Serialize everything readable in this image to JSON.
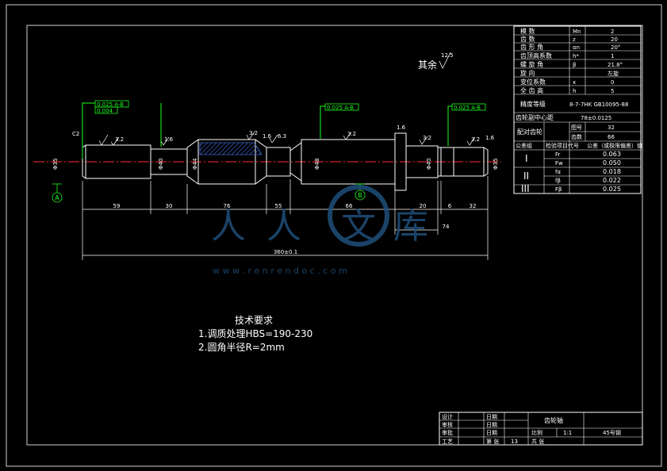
{
  "roughness_note": {
    "label": "其余",
    "value": "12.5"
  },
  "tech_requirements": {
    "title": "技术要求",
    "items": [
      "1.调质处理HBS=190-230",
      "2.圆角半径R=2mm"
    ]
  },
  "watermark": {
    "chars": [
      "人",
      "人",
      "文",
      "库"
    ],
    "url": "w w w . r e n r e n d o c . c o m"
  },
  "param_table": {
    "rows": [
      {
        "name": "模  数",
        "symbol": "Mn",
        "value": "2"
      },
      {
        "name": "齿  数",
        "symbol": "z",
        "value": "20"
      },
      {
        "name": "齿 形 角",
        "symbol": "αn",
        "value": "20°"
      },
      {
        "name": "齿顶高系数",
        "symbol": "h*",
        "value": "1"
      },
      {
        "name": "螺 旋 角",
        "symbol": "β",
        "value": "21.8°"
      },
      {
        "name": "旋  向",
        "symbol": "",
        "value": "左旋"
      },
      {
        "name": "变位系数",
        "symbol": "x",
        "value": "0"
      },
      {
        "name": "全 齿 高",
        "symbol": "h",
        "value": "5"
      }
    ],
    "precision_label": "精度等级",
    "precision_value": "8-7-7HK GB10095-88",
    "center_distance_label": "齿轮副中心距",
    "center_distance_value": "78±0.0125",
    "mating_label": "配对齿轮",
    "mating_rows": [
      {
        "k": "图号",
        "v": "32"
      },
      {
        "k": "齿数",
        "v": "66"
      }
    ],
    "tol_group_label": "公差组",
    "tol_header": "检验项目代号",
    "tol_header2": "公差（或极限偏差）值",
    "tol_groups": [
      {
        "group": "I",
        "rows": [
          {
            "k": "Fr",
            "v": "0.063"
          },
          {
            "k": "Fw",
            "v": "0.050"
          }
        ]
      },
      {
        "group": "II",
        "rows": [
          {
            "k": "fα",
            "v": "0.018"
          },
          {
            "k": "fβ",
            "v": "0.022"
          }
        ]
      },
      {
        "group": "III",
        "rows": [
          {
            "k": "Fβ",
            "v": "0.025"
          }
        ]
      }
    ]
  },
  "title_block": {
    "part_name": "齿轮轴",
    "scale_label": "比例",
    "scale_value": "1:1",
    "material": "45号钢",
    "left_rows": [
      "设计",
      "审核",
      "审批",
      "工艺"
    ],
    "date_label": "日期",
    "sheet_label": "共 张",
    "sheet_no_label": "第 张",
    "sheet_count": "13"
  },
  "dimensions": {
    "lengths": [
      "59",
      "30",
      "76",
      "55",
      "66",
      "20",
      "6",
      "32",
      "74"
    ],
    "overall": "360±0.1",
    "diameters": [
      "Φ35",
      "Φ40",
      "Φ44",
      "Φ48",
      "Φ40",
      "Φ35"
    ],
    "tolerance_frames": [
      "0.025 A-B",
      "0.004",
      "0.025 A-B",
      "0.025 A-B"
    ],
    "chamfers": [
      "C2",
      "3.2",
      "1.6",
      "3.2",
      "1.6",
      "6.3",
      "3.2",
      "1.6",
      "3.2",
      "3.2",
      "1.6"
    ],
    "datums": [
      "A",
      "B"
    ]
  }
}
